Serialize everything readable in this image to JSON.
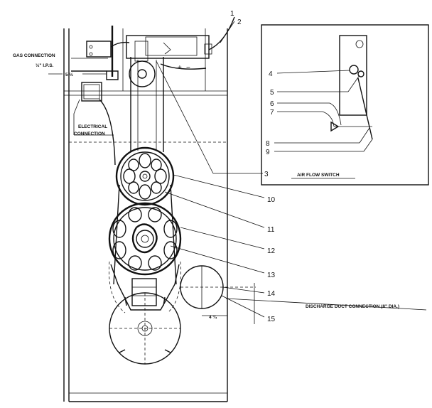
{
  "labels": {
    "gas_connection": "GAS CONNECTION",
    "gas_size": "½\" I.P.S.",
    "offset_dim": "5 ½",
    "electrical_1": "ELECTRICAL",
    "electrical_2": "CONNECTION",
    "air_flow_switch": "AIR FLOW SWITCH",
    "discharge_duct": "DISCHARGE DUCT CONNECTION (8\" DIA.)",
    "duct_dim": "4 ¾"
  },
  "callouts": {
    "n1": "1",
    "n2": "2",
    "n3": "3",
    "n4": "4",
    "n5": "5",
    "n6": "6",
    "n7": "7",
    "n8": "8",
    "n9": "9",
    "n10": "10",
    "n11": "11",
    "n12": "12",
    "n13": "13",
    "n14": "14",
    "n15": "15"
  },
  "symbols": {
    "plus": "+",
    "minus": "−"
  }
}
